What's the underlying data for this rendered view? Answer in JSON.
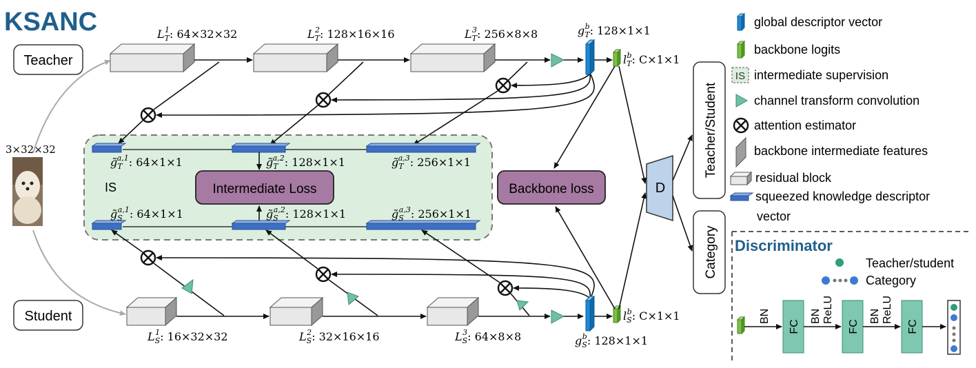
{
  "title": "KSANC",
  "colors": {
    "title": "#1f5f8b",
    "is_fill": "#dcefdf",
    "box_fill": "#a67aa2",
    "disc_fill": "#bcd3ea",
    "descriptor": "#3d6fc4",
    "global": "#1e88d6",
    "logit": "#7cc142",
    "triangle": "#6fbfa5",
    "fc": "#7ec7b0"
  },
  "nodes": {
    "teacher": "Teacher",
    "student": "Student",
    "input_size": "3×32×32",
    "is_label": "IS",
    "intermediate_loss": "Intermediate Loss",
    "backbone_loss": "Backbone loss",
    "discriminator_block": "D",
    "teacher_student_out": "Teacher/Student",
    "category_out": "Category"
  },
  "labels": {
    "lt1": {
      "base": "L",
      "sub": "T",
      "sup": "1",
      "rest": ": 64×32×32"
    },
    "lt2": {
      "base": "L",
      "sub": "T",
      "sup": "2",
      "rest": ": 128×16×16"
    },
    "lt3": {
      "base": "L",
      "sub": "T",
      "sup": "3",
      "rest": ": 256×8×8"
    },
    "gtb": {
      "base": "g",
      "sub": "T",
      "sup": "b",
      "rest": ": 128×1×1"
    },
    "ltb": {
      "base": "l",
      "sub": "T",
      "sup": "b",
      "rest": ": C×1×1"
    },
    "gt1": {
      "base": "g̃",
      "sub": "T",
      "sup": "a,1",
      "rest": ": 64×1×1"
    },
    "gt2": {
      "base": "g̃",
      "sub": "T",
      "sup": "a,2",
      "rest": ": 128×1×1"
    },
    "gt3": {
      "base": "g̃",
      "sub": "T",
      "sup": "a,3",
      "rest": ": 256×1×1"
    },
    "gs1": {
      "base": "g̃",
      "sub": "S",
      "sup": "a,1",
      "rest": ": 64×1×1"
    },
    "gs2": {
      "base": "g̃",
      "sub": "S",
      "sup": "a,2",
      "rest": ": 128×1×1"
    },
    "gs3": {
      "base": "g̃",
      "sub": "S",
      "sup": "a,3",
      "rest": ": 256×1×1"
    },
    "ls1": {
      "base": "L",
      "sub": "S",
      "sup": "1",
      "rest": ": 16×32×32"
    },
    "ls2": {
      "base": "L",
      "sub": "S",
      "sup": "2",
      "rest": ": 32×16×16"
    },
    "ls3": {
      "base": "L",
      "sub": "S",
      "sup": "3",
      "rest": ": 64×8×8"
    },
    "gsb": {
      "base": "g",
      "sub": "S",
      "sup": "b",
      "rest": ": 128×1×1"
    },
    "lsb": {
      "base": "l",
      "sub": "S",
      "sup": "b",
      "rest": ": C×1×1"
    }
  },
  "legend": [
    {
      "icon": "global-descriptor-icon",
      "text": "global descriptor vector"
    },
    {
      "icon": "backbone-logits-icon",
      "text": "backbone logits"
    },
    {
      "icon": "is-box-icon",
      "icon_text": "IS",
      "text": "intermediate supervision"
    },
    {
      "icon": "triangle-icon",
      "text": "channel transform convolution"
    },
    {
      "icon": "otimes-icon",
      "text": "attention estimator"
    },
    {
      "icon": "intermediate-feature-icon",
      "text": "backbone intermediate features"
    },
    {
      "icon": "residual-block-icon",
      "text": "residual block"
    },
    {
      "icon": "squeezed-descriptor-icon",
      "text": "squeezed knowledge  descriptor",
      "text2": "vector"
    }
  ],
  "discriminator": {
    "title": "Discriminator",
    "legend_ts": "Teacher/student",
    "legend_cat": "Category",
    "bn1": "BN",
    "fc1": "FC",
    "bn2": "BN",
    "relu2": "ReLU",
    "fc2": "FC",
    "bn3": "BN",
    "relu3": "ReLU",
    "fc3": "FC"
  }
}
